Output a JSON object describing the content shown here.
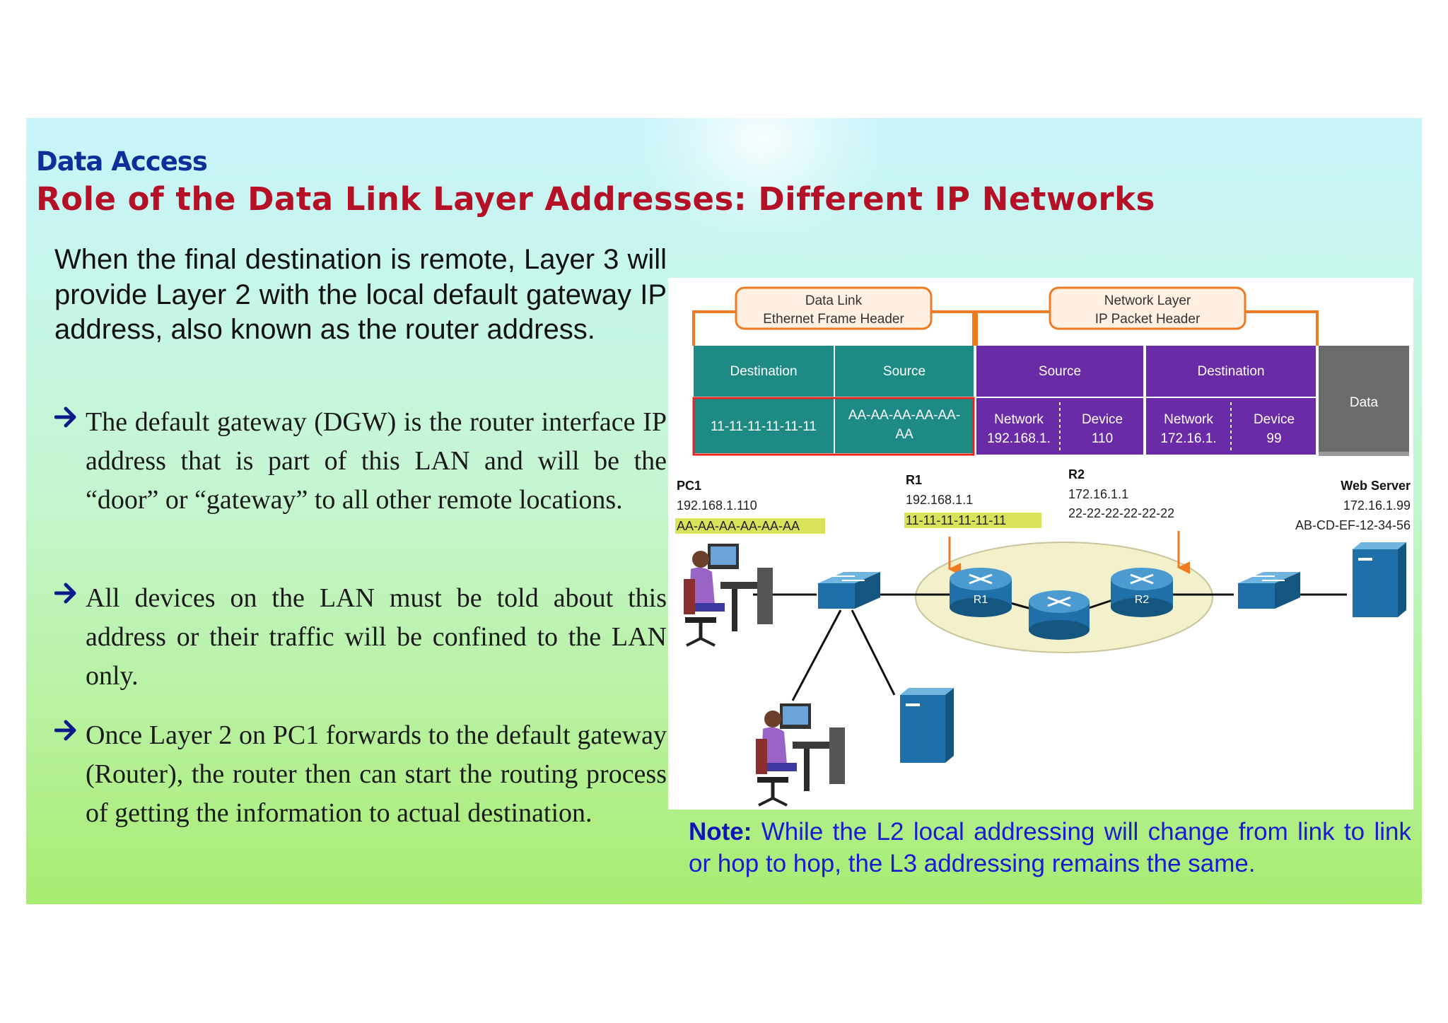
{
  "header": {
    "section": "Data Access",
    "title": "Role of the Data Link Layer Addresses: Different IP Networks"
  },
  "intro": "When the final destination is remote, Layer 3 will provide Layer 2 with the local default gateway IP address, also known as the router address.",
  "bullets": [
    {
      "icon": "arrow-right-icon",
      "text": "The default gateway (DGW) is the router interface IP address that is part of this LAN and will be the “door” or “gateway” to all other remote locations."
    },
    {
      "icon": "arrow-right-icon",
      "text": "All devices on the LAN must be told about this address or their traffic will be confined to the LAN only."
    },
    {
      "icon": "arrow-right-icon",
      "text": "Once Layer 2 on PC1 forwards to the default gateway (Router), the router then can start the routing process of getting the information to actual destination."
    }
  ],
  "diagram": {
    "headers": {
      "data_link": {
        "line1": "Data Link",
        "line2": "Ethernet Frame Header"
      },
      "network_layer": {
        "line1": "Network Layer",
        "line2": "IP Packet Header"
      }
    },
    "frame": {
      "dest_label": "Destination",
      "src_label": "Source",
      "ip_src_label": "Source",
      "ip_dest_label": "Destination",
      "data_label": "Data",
      "dest_mac": "11-11-11-11-11-11",
      "src_mac_line1": "AA-AA-AA-AA-AA-",
      "src_mac_line2": "AA",
      "ip_src": {
        "network_label": "Network",
        "network_value": "192.168.1.",
        "device_label": "Device",
        "device_value": "110"
      },
      "ip_dest": {
        "network_label": "Network",
        "network_value": "172.16.1.",
        "device_label": "Device",
        "device_value": "99"
      }
    },
    "hosts": {
      "pc1": {
        "name": "PC1",
        "ip": "192.168.1.110",
        "mac": "AA-AA-AA-AA-AA-AA"
      },
      "r1": {
        "name": "R1",
        "ip": "192.168.1.1",
        "mac": "11-11-11-11-11-11"
      },
      "r2": {
        "name": "R2",
        "ip": "172.16.1.1",
        "mac": "22-22-22-22-22-22"
      },
      "server": {
        "name": "Web Server",
        "ip": "172.16.1.99",
        "mac": "AB-CD-EF-12-34-56"
      }
    },
    "router_labels": {
      "r1": "R1",
      "r2": "R2"
    },
    "colors": {
      "teal": "#1e8a84",
      "purple": "#6a2ba6",
      "gray": "#6b6b6b",
      "orange": "#f07a22",
      "highlight_red": "#e52521",
      "mac_highlight": "#d9e35a"
    }
  },
  "note": {
    "label": "Note:",
    "text": "While the L2 local addressing will change from link to link or hop to hop, the L3 addressing remains the same."
  }
}
